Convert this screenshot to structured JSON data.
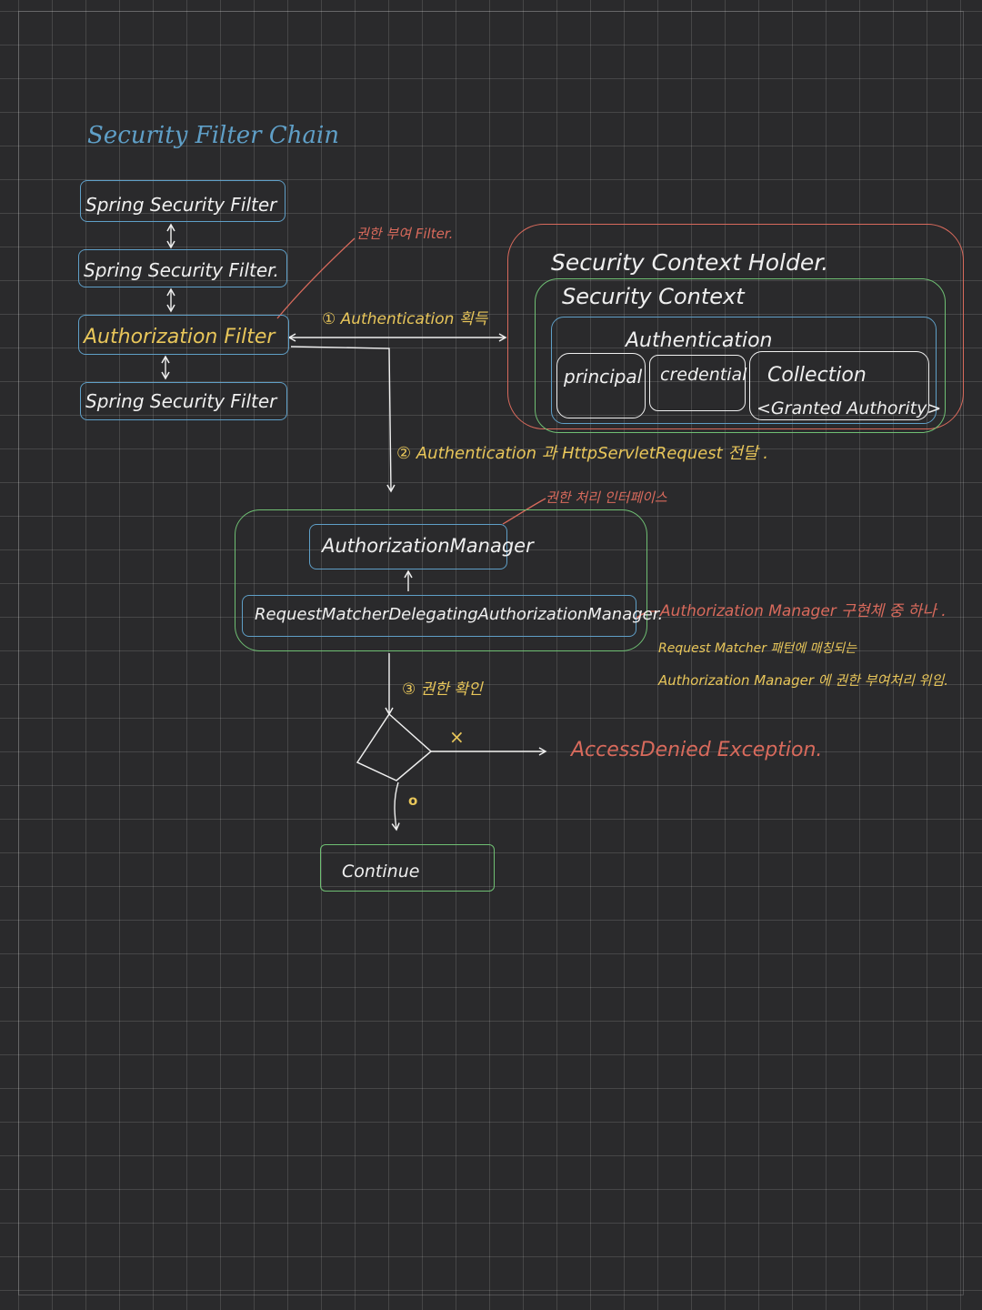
{
  "colors": {
    "blue": "#5f9fc7",
    "yellow": "#e8c65a",
    "red": "#d86a5c",
    "green": "#6fbf73",
    "white": "#efefef"
  },
  "chain": {
    "title": "Security Filter Chain",
    "filter1": "Spring Security Filter",
    "filter2": "Spring Security Filter.",
    "authz_filter": "Authorization Filter",
    "filter4": "Spring Security Filter"
  },
  "annotations": {
    "authz_filter_note": "권한 부여 Filter.",
    "manager_interface_note": "권한 처리 인터페이스",
    "impl_note": "Authorization Manager 구현체 중 하나 .",
    "delegate_line1": "Request Matcher 패턴에 매칭되는",
    "delegate_line2": "Authorization Manager 에 권한 부여처리 위임."
  },
  "steps": {
    "step1": "① Authentication 획득",
    "step2": "② Authentication 과 HttpServletRequest 전달 .",
    "step3": "③ 권한 확인"
  },
  "context": {
    "holder": "Security Context Holder.",
    "context": "Security Context",
    "authentication": "Authentication",
    "principal": "principal",
    "credential": "credential",
    "collection": "Collection",
    "granted": "<Granted Authority>"
  },
  "manager": {
    "authz_manager": "AuthorizationManager",
    "delegating": "RequestMatcherDelegatingAuthorizationManager."
  },
  "decision": {
    "deny_mark": "×",
    "allow_mark": "o",
    "exception": "AccessDenied Exception.",
    "continue": "Continue"
  }
}
